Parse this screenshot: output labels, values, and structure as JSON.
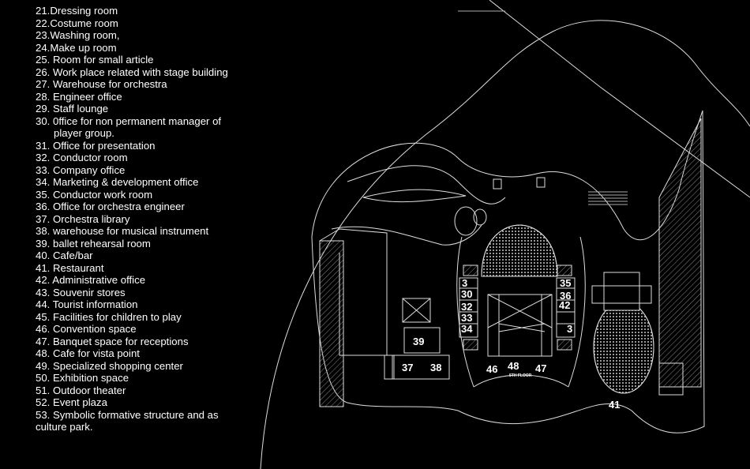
{
  "legend": [
    "21.Dressing room",
    "22.Costume room",
    "23.Washing room,",
    "24.Make up room",
    "25. Room for small article",
    "26. Work place related with stage building",
    "27. Warehouse for orchestra",
    "28. Engineer office",
    "29. Staff lounge",
    "30. 0ffice for non permanent manager of",
    "player group.",
    "31. Office for presentation",
    "32. Conductor room",
    "33. Company office",
    "34. Marketing & development office",
    "35. Conductor work room",
    "36. Office for orchestra engineer",
    "37. Orchestra library",
    "38. warehouse for musical instrument",
    "39. ballet rehearsal room",
    "40. Cafe/bar",
    "41.  Restaurant",
    "42. Administrative office",
    "43. Souvenir stores",
    "44. Tourist information",
    "45. Facilities for children to play",
    "46. Convention space",
    "47. Banquet space for receptions",
    "48. Cafe for vista point",
    "49. Specialized shopping center",
    "50. Exhibition space",
    "51. Outdoor theater",
    "52. Event plaza",
    "53. Symbolic formative structure and as",
    "culture park."
  ],
  "plan_labels": {
    "l3a": "3",
    "l30": "30",
    "l32": "32",
    "l33": "33",
    "l34": "34",
    "l35": "35",
    "l36": "36",
    "l42": "42",
    "l3b": "3",
    "l39": "39",
    "l37": "37",
    "l38": "38",
    "l46": "46",
    "l48": "48",
    "l47": "47",
    "floor": "5TH FLOOR",
    "l41": "41"
  }
}
